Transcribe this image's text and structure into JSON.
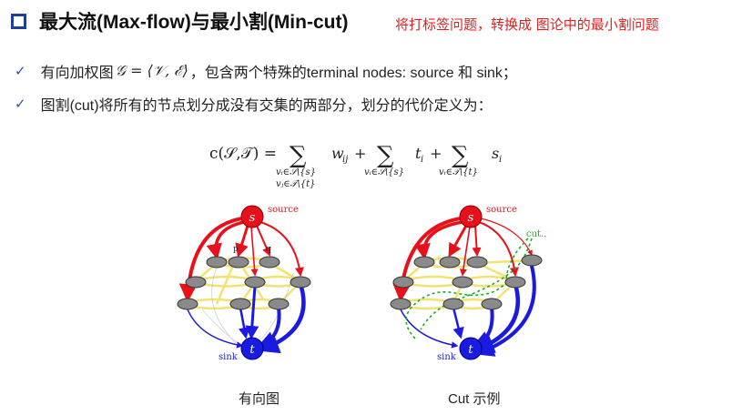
{
  "header": {
    "title": "最大流(Max-flow)与最小割(Min-cut)",
    "note": "将打标签问题，转换成 图论中的最小割问题"
  },
  "bullets": [
    {
      "prefix": "有向加权图",
      "math": "𝒢 = ⟨𝒱, ℰ⟩",
      "suffix": "，包含两个特殊的terminal nodes: source 和 sink；"
    },
    {
      "text": "图割(cut)将所有的节点划分成没有交集的两部分，划分的代价定义为："
    }
  ],
  "formula": {
    "lhs": "c(𝒮,𝒯) =",
    "sum": "∑",
    "term1": "w",
    "term1_sub": "ij",
    "plus1": "+",
    "term2": "t",
    "term2_sub": "i",
    "plus2": "+",
    "term3": "s",
    "term3_sub": "i",
    "sub1_line1": "vᵢ∈𝒮\\{s}",
    "sub1_line2": "vⱼ∈𝒯\\{t}",
    "sub2": "vᵢ∈𝒮\\{s}",
    "sub3": "vᵢ∈𝒯\\{t}"
  },
  "graphs": {
    "source_node_label": "s",
    "sink_node_label": "t",
    "source_text": "source",
    "sink_text": "sink",
    "p_label": "p",
    "q_label": "q",
    "cut_label": "cut..",
    "colors": {
      "source": "#e8101a",
      "sink": "#1a1ae0",
      "node": "#8a8a8a",
      "cut": "#22aa22",
      "nlink": "#f2dc5a"
    }
  },
  "captions": {
    "left": "有向图",
    "right": "Cut 示例"
  }
}
